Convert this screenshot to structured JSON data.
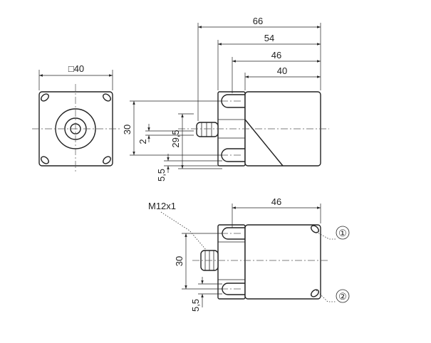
{
  "dimensions": {
    "d66": "66",
    "d54": "54",
    "d46": "46",
    "d40": "40",
    "d30_top": "30",
    "d2": "2",
    "d29_5": "29,5",
    "d5_5_top": "5,5",
    "square40": "□40",
    "d46_bottom": "46",
    "d30_bottom": "30",
    "d5_5_bottom": "5,5"
  },
  "labels": {
    "thread": "M12x1",
    "callout1": "①",
    "callout2": "②"
  }
}
